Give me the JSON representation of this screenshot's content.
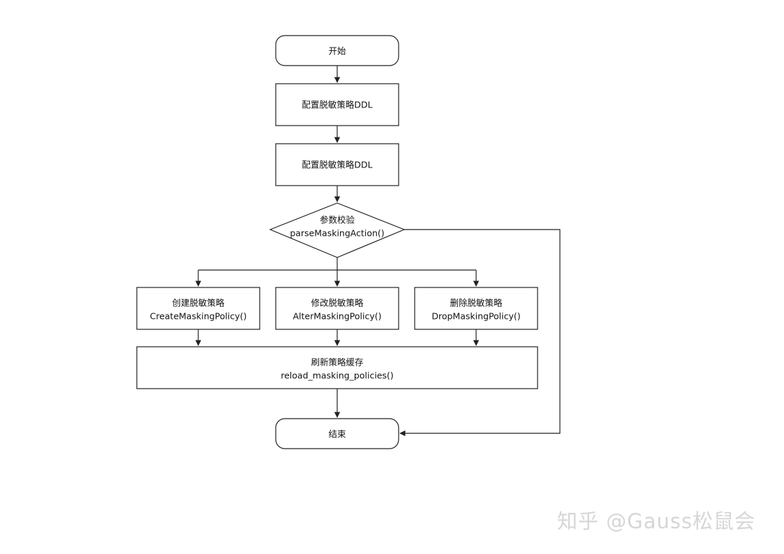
{
  "nodes": {
    "start": {
      "label": "开始"
    },
    "config1": {
      "label": "配置脱敏策略DDL"
    },
    "config2": {
      "label": "配置脱敏策略DDL"
    },
    "check": {
      "line1": "参数校验",
      "line2": "parseMaskingAction()"
    },
    "create": {
      "line1": "创建脱敏策略",
      "line2": "CreateMaskingPolicy()"
    },
    "alter": {
      "line1": "修改脱敏策略",
      "line2": "AlterMaskingPolicy()"
    },
    "drop": {
      "line1": "删除脱敏策略",
      "line2": "DropMaskingPolicy()"
    },
    "refresh": {
      "line1": "刷新策略缓存",
      "line2": "reload_masking_policies()"
    },
    "end": {
      "label": "结束"
    }
  },
  "watermark": "知乎 @Gauss松鼠会",
  "colors": {
    "stroke": "#222222",
    "text": "#111111",
    "watermark": "#d6d6d6"
  }
}
